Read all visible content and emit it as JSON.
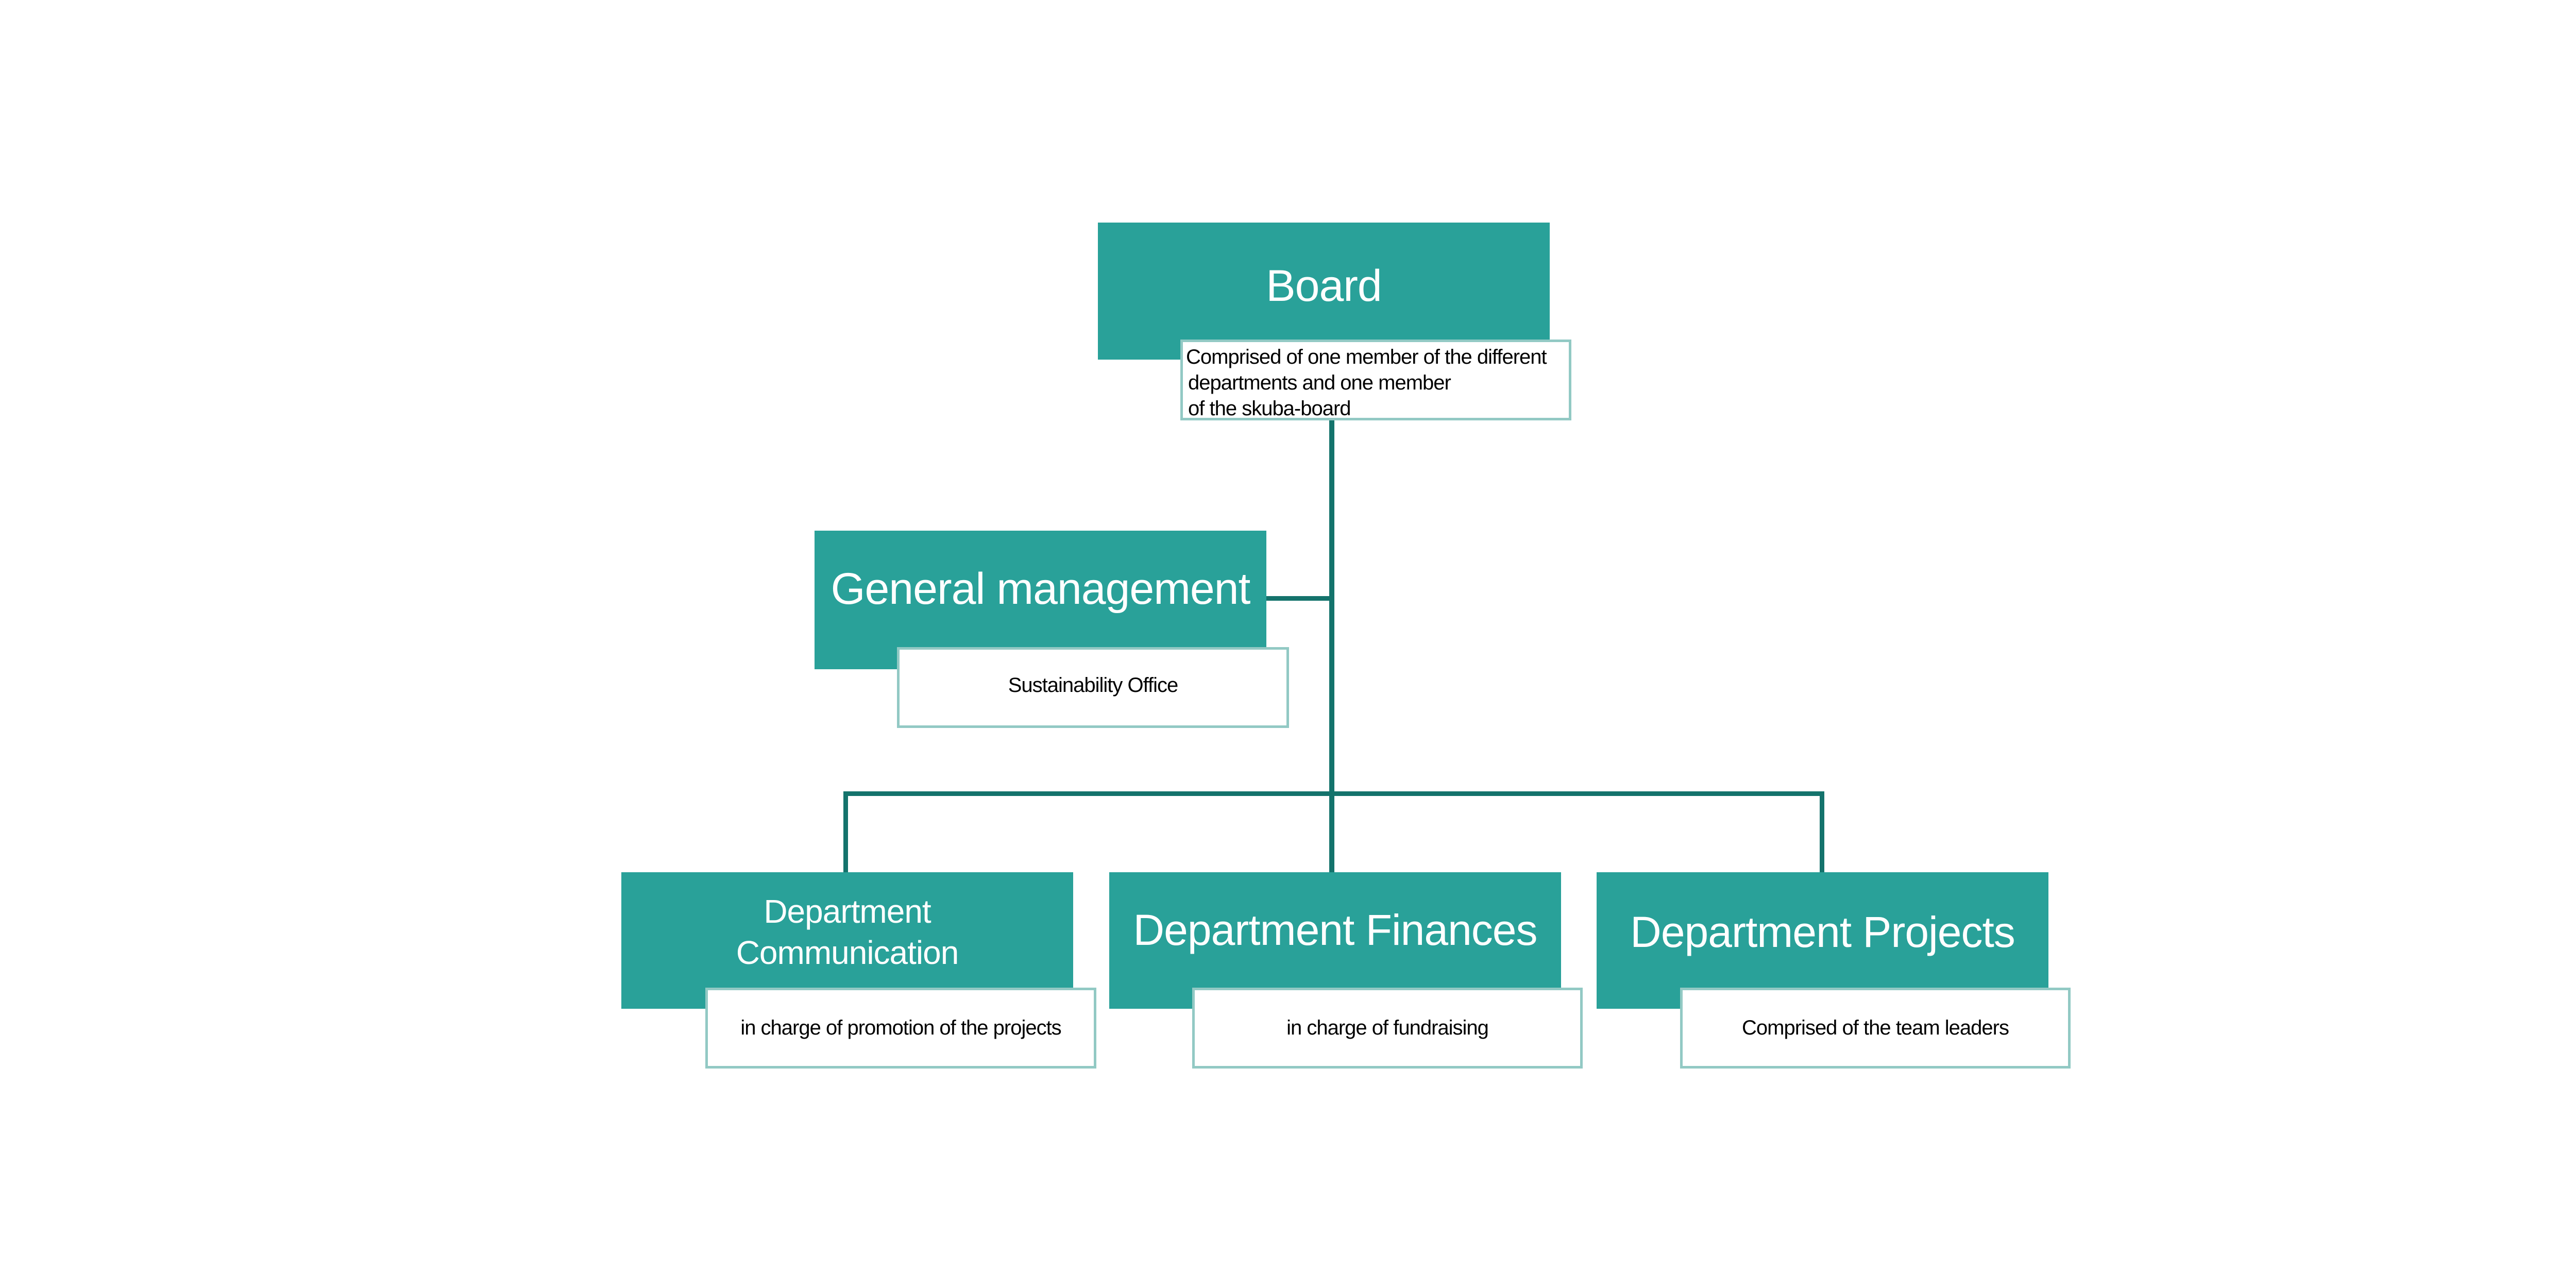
{
  "colors": {
    "box": "#29a199",
    "connector": "#14736c",
    "desc_border": "#92c9c4"
  },
  "board": {
    "title": "Board",
    "desc_lines": [
      "Comprised of one member of the different",
      "departments and one member",
      "of the skuba-board"
    ]
  },
  "general_management": {
    "title": "General management",
    "desc": "Sustainability Office"
  },
  "departments": [
    {
      "title_lines": [
        "Department",
        "Communication"
      ],
      "desc": "in charge of promotion of the projects"
    },
    {
      "title": "Department Finances",
      "desc": "in charge of fundraising"
    },
    {
      "title": "Department Projects",
      "desc": "Comprised of the team leaders"
    }
  ]
}
